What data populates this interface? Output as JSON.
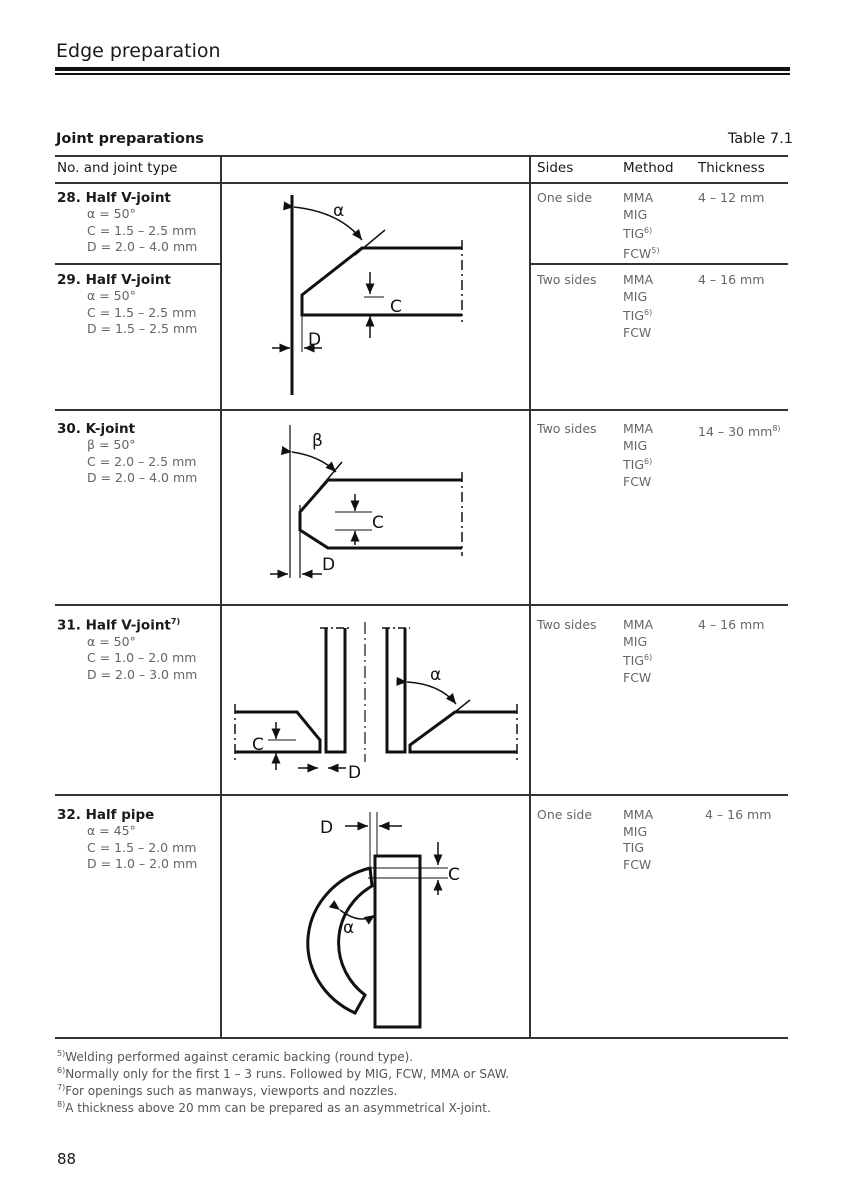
{
  "header": {
    "title": "Edge preparation"
  },
  "table": {
    "title": "Joint preparations",
    "number": "Table 7.1",
    "columns": [
      "No. and joint type",
      "Sides",
      "Method",
      "Thickness"
    ],
    "rows": [
      {
        "joint": "28. Half V-joint",
        "params": [
          "α = 50°",
          "C = 1.5 – 2.5 mm",
          "D = 2.0 – 4.0 mm"
        ],
        "sides": "One side",
        "methods": [
          "MMA",
          "MIG",
          "TIG",
          "FCW"
        ],
        "method_notes": [
          "",
          "",
          "6)",
          "5)"
        ],
        "thickness": "4 – 12 mm",
        "thickness_note": ""
      },
      {
        "joint": "29. Half V-joint",
        "params": [
          "α = 50°",
          "C = 1.5 – 2.5 mm",
          "D = 1.5 – 2.5 mm"
        ],
        "sides": "Two sides",
        "methods": [
          "MMA",
          "MIG",
          "TIG",
          "FCW"
        ],
        "method_notes": [
          "",
          "",
          "6)",
          ""
        ],
        "thickness": "4 – 16 mm",
        "thickness_note": ""
      },
      {
        "joint": "30. K-joint",
        "params": [
          "β = 50°",
          "C = 2.0 – 2.5 mm",
          "D = 2.0 – 4.0 mm"
        ],
        "sides": "Two sides",
        "methods": [
          "MMA",
          "MIG",
          "TIG",
          "FCW"
        ],
        "method_notes": [
          "",
          "",
          "6)",
          ""
        ],
        "thickness": "14 – 30 mm",
        "thickness_note": "8)"
      },
      {
        "joint": "31. Half V-joint",
        "joint_note": "7)",
        "params": [
          "α = 50°",
          "C = 1.0 – 2.0 mm",
          "D = 2.0 – 3.0 mm"
        ],
        "sides": "Two sides",
        "methods": [
          "MMA",
          "MIG",
          "TIG",
          "FCW"
        ],
        "method_notes": [
          "",
          "",
          "6)",
          ""
        ],
        "thickness": "4 – 16 mm",
        "thickness_note": ""
      },
      {
        "joint": "32. Half pipe",
        "params": [
          "α = 45°",
          "C = 1.5 – 2.0 mm",
          "D = 1.0 – 2.0 mm"
        ],
        "sides": "One side",
        "methods": [
          "MMA",
          "MIG",
          "TIG",
          "FCW"
        ],
        "method_notes": [
          "",
          "",
          "",
          ""
        ],
        "thickness": "4 – 16 mm",
        "thickness_note": ""
      }
    ],
    "diagram_labels": {
      "alpha": "α",
      "beta": "β",
      "c": "C",
      "d": "D"
    }
  },
  "footnotes": [
    {
      "mark": "5)",
      "text": "Welding performed against ceramic backing (round type)."
    },
    {
      "mark": "6)",
      "text": "Normally only for the first 1 – 3 runs. Followed by MIG, FCW, MMA or SAW."
    },
    {
      "mark": "7)",
      "text": "For openings such as manways, viewports and nozzles."
    },
    {
      "mark": "8)",
      "text": "A thickness above 20 mm can be prepared as an asymmetrical X-joint."
    }
  ],
  "page_number": "88"
}
